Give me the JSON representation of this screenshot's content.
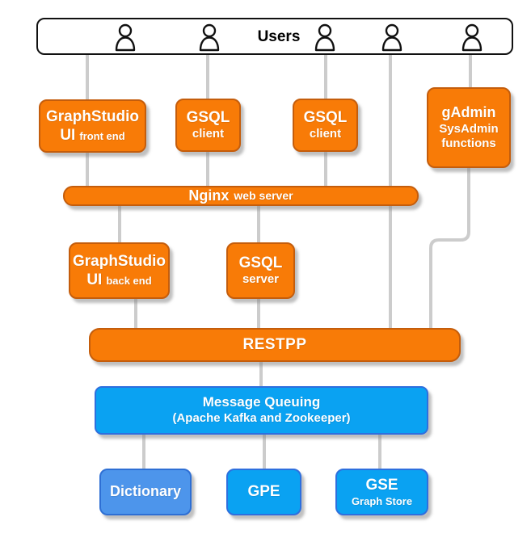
{
  "colors": {
    "orange_fill": "#F87B07",
    "orange_border": "#C45D0C",
    "blue_fill": "#0AA2F2",
    "blue_border": "#2E6FDE",
    "dict_fill": "#4D95EB",
    "dict_border": "#2E6FD4",
    "connector": "#CCCCCC",
    "users_border": "#111111",
    "shadow": "rgba(130,130,130,0.5)"
  },
  "users_bar": {
    "label": "Users",
    "user_icon_count": 5
  },
  "nodes": {
    "graphstudio_front": {
      "title": "GraphStudio",
      "subtitle_big": "UI",
      "subtitle_small": "front end"
    },
    "gsql_client_1": {
      "title": "GSQL",
      "subtitle": "client"
    },
    "gsql_client_2": {
      "title": "GSQL",
      "subtitle": "client"
    },
    "gadmin": {
      "title": "gAdmin",
      "line2": "SysAdmin",
      "line3": "functions"
    },
    "nginx": {
      "title": "Nginx",
      "subtitle": "web server"
    },
    "graphstudio_back": {
      "title": "GraphStudio",
      "subtitle_big": "UI",
      "subtitle_small": "back end"
    },
    "gsql_server": {
      "title": "GSQL",
      "subtitle": "server"
    },
    "restpp": {
      "title": "RESTPP"
    },
    "message_queuing": {
      "title": "Message Queuing",
      "subtitle": "(Apache Kafka and Zookeeper)"
    },
    "dictionary": {
      "title": "Dictionary"
    },
    "gpe": {
      "title": "GPE"
    },
    "gse": {
      "title": "GSE",
      "subtitle": "Graph Store"
    }
  }
}
